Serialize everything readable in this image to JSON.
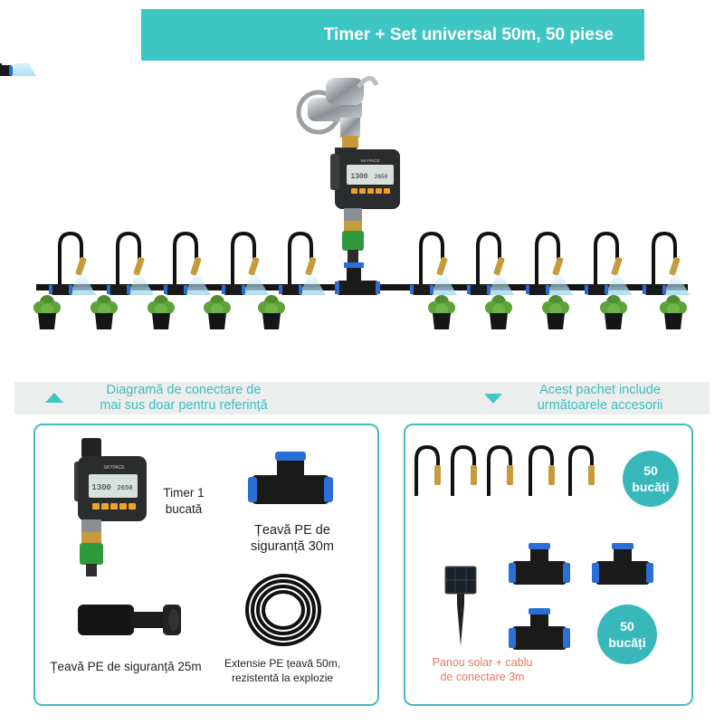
{
  "header": {
    "title": "Timer + Set universal 50m, 50 piese"
  },
  "divider": {
    "left_line1": "Diagramă de conectare de",
    "left_line2": "mai sus doar pentru referință",
    "right_line1": "Acest pachet include",
    "right_line2": "următoarele accesorii"
  },
  "timer": {
    "brand": "SKYPACE",
    "display_left": "1300",
    "display_right": "2650"
  },
  "left_panel": {
    "timer_label_1": "Timer 1",
    "timer_label_2": "bucată",
    "tee_label_1": "Țeavă PE de",
    "tee_label_2": "siguranță 30m",
    "pipe_label": "Țeavă PE de siguranță 25m",
    "coil_label_1": "Extensie PE țeavă 50m,",
    "coil_label_2": "rezistentă la explozie"
  },
  "right_panel": {
    "badge_top_1": "50",
    "badge_top_2": "bucăți",
    "badge_bottom_1": "50",
    "badge_bottom_2": "bucăți",
    "solar_label_1": "Panou solar + cablu",
    "solar_label_2": "de conectare 3m"
  },
  "colors": {
    "accent": "#3ec6c4",
    "panel_border": "#45bdbf",
    "badge": "#39b8bc",
    "strip": "#eceeee",
    "brass": "#c79a3a",
    "blue_fitting": "#2a6fd6",
    "green_connector": "#2f9a3a",
    "note_red": "#e07a63"
  }
}
